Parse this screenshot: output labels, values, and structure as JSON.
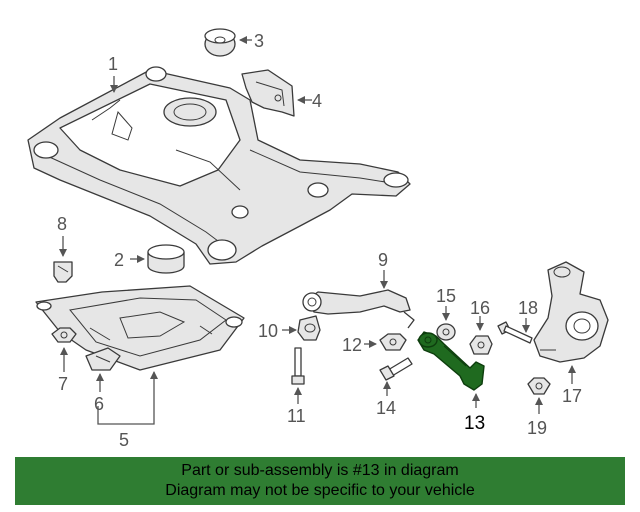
{
  "callouts": {
    "c1": "1",
    "c2": "2",
    "c3": "3",
    "c4": "4",
    "c5": "5",
    "c6": "6",
    "c7": "7",
    "c8": "8",
    "c9": "9",
    "c10": "10",
    "c11": "11",
    "c12": "12",
    "c13": "13",
    "c14": "14",
    "c15": "15",
    "c16": "16",
    "c17": "17",
    "c18": "18",
    "c19": "19"
  },
  "highlighted_part": "13",
  "colors": {
    "highlight": "#1f6a1f",
    "banner": "#2f7d32"
  },
  "banner": {
    "line1": "Part or sub-assembly is #13 in diagram",
    "line2": "Diagram may not be specific to your vehicle"
  }
}
